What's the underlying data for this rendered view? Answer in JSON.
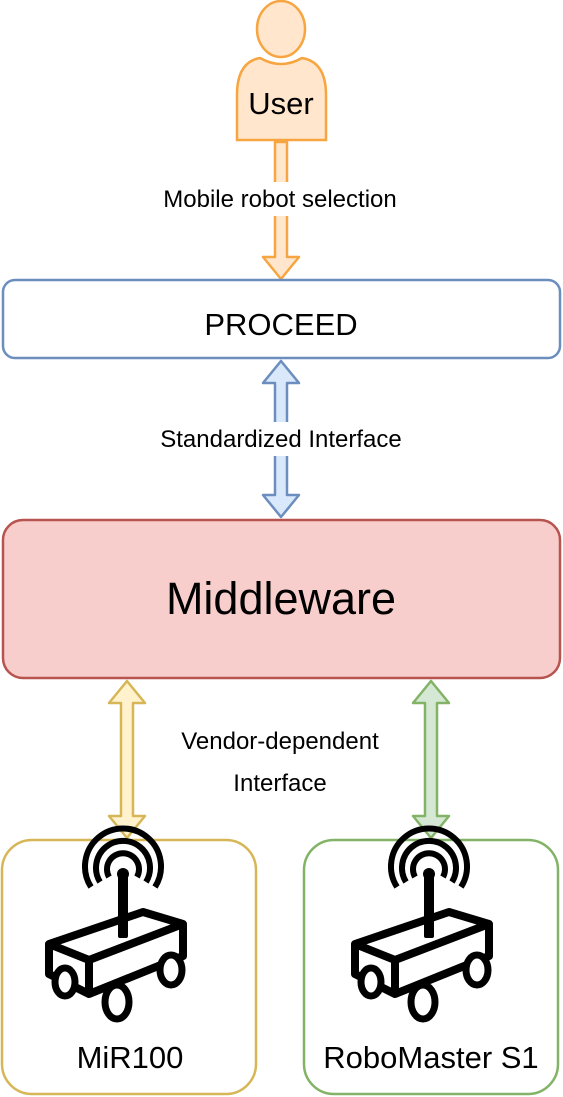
{
  "user": {
    "label": "User"
  },
  "edges": {
    "user_to_proceed": "Mobile robot selection",
    "proceed_to_middleware": "Standardized Interface",
    "middleware_to_robots_line1": "Vendor-dependent",
    "middleware_to_robots_line2": "Interface"
  },
  "proceed": {
    "label": "PROCEED"
  },
  "middleware": {
    "label": "Middleware"
  },
  "robots": [
    {
      "label": "MiR100"
    },
    {
      "label": "RoboMaster S1"
    }
  ],
  "colors": {
    "user": "#f7a540",
    "user_fill": "#ffe6cc",
    "proceed_stroke": "#6c8ebf",
    "proceed_arrow_fill": "#dae8fc",
    "middleware_fill": "#f8cecc",
    "middleware_stroke": "#b85450",
    "mir_stroke": "#d6b656",
    "mir_arrow_fill": "#fff2cc",
    "robomaster_stroke": "#82b366",
    "robomaster_arrow_fill": "#d5e8d4"
  },
  "icons": [
    "user-icon",
    "robot-icon",
    "wifi-signal-icon"
  ]
}
